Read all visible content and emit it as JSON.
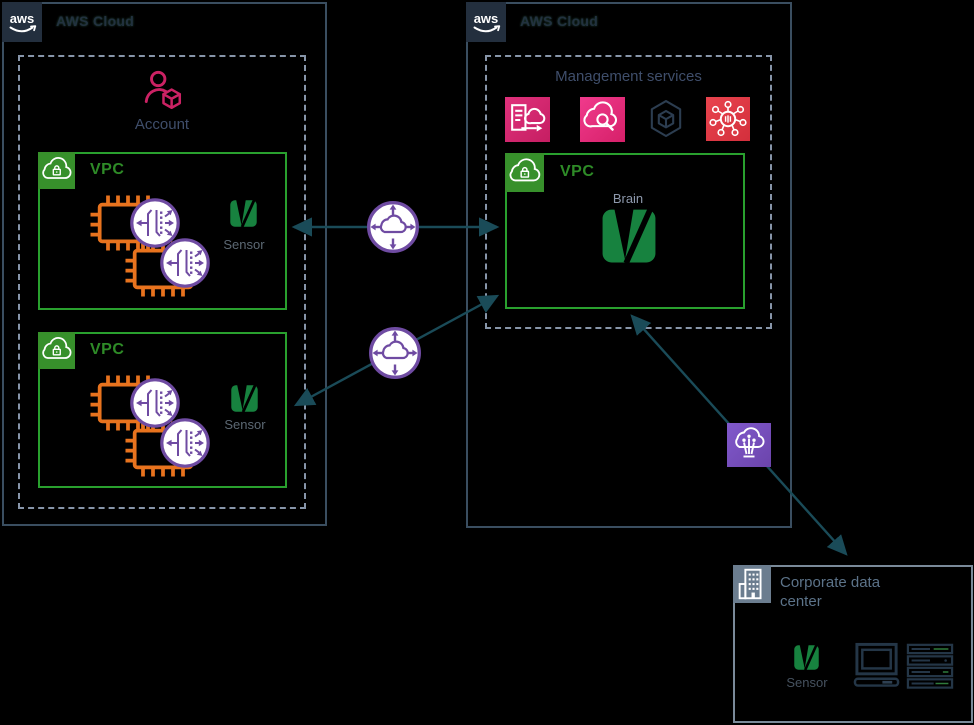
{
  "logos": {
    "aws": "aws"
  },
  "left_cloud": {
    "title": "AWS Cloud",
    "account": {
      "label": "Account"
    },
    "vpc1": {
      "label": "VPC",
      "sensor_label": "Sensor"
    },
    "vpc2": {
      "label": "VPC",
      "sensor_label": "Sensor"
    }
  },
  "right_cloud": {
    "title": "AWS Cloud",
    "management": {
      "title": "Management services",
      "icons": [
        "cloudtrail",
        "cloudwatch",
        "resource-cube",
        "detective"
      ]
    },
    "vpc": {
      "label": "VPC",
      "brain_label": "Brain"
    }
  },
  "connectors": {
    "transit_gateways": [
      "transit-gateway",
      "transit-gateway"
    ],
    "vpn": "site-to-site-vpn",
    "instances": "ec2-instance-with-traffic-mirroring"
  },
  "corporate": {
    "title": "Corporate data center",
    "sensor_label": "Sensor"
  },
  "colors": {
    "background": "#000000",
    "aws_border": "#3A4E60",
    "aws_navy": "#232F3E",
    "dashed_slate": "#8795A9",
    "vpc_green": "#29A02E",
    "vpc_badge_green": "#37902B",
    "vectra_green": "#17823F",
    "account_pink": "#CC2264",
    "compute_orange": "#E8731E",
    "network_purple": "#6F4BA2",
    "vpn_purple": "#7851BE",
    "mgmt_pink": "#D6246E",
    "mgmt_pink_2": "#E02A78",
    "security_red": "#DE3B45",
    "arrow_teal": "#1A4B58",
    "corporate_slate": "#7A8A99"
  }
}
